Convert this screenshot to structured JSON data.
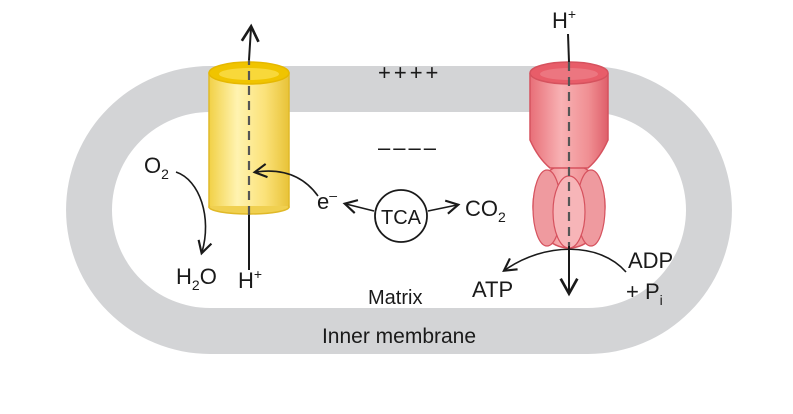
{
  "labels": {
    "h_plus_top": "H",
    "h_plus_top_sup": "+",
    "plus_signs": "++++",
    "minus_signs": "––––",
    "o2": "O",
    "o2_sub": "2",
    "electron": "e",
    "electron_sup": "–",
    "tca": "TCA",
    "co2": "CO",
    "co2_sub": "2",
    "h2o_h": "H",
    "h2o_sub": "2",
    "h2o_o": "O",
    "h_plus_matrix": "H",
    "h_plus_matrix_sup": "+",
    "adp": "ADP",
    "pi": "+ P",
    "pi_sub": "i",
    "atp": "ATP",
    "matrix": "Matrix",
    "inner_membrane": "Inner membrane"
  },
  "colors": {
    "membrane": "#d3d4d6",
    "yellow_body": "#fbe77a",
    "yellow_top": "#f0c400",
    "pink_body": "#f08f93",
    "pink_top": "#e85d69",
    "stroke": "#1a1a1a"
  }
}
